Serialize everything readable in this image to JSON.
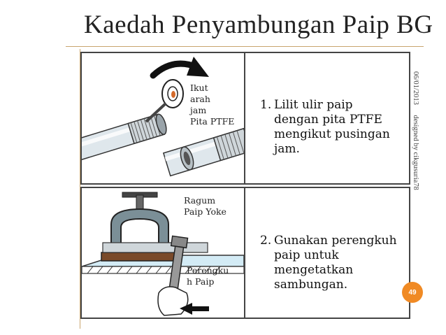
{
  "slide": {
    "title": "Kaedah Penyambungan Paip BG",
    "date": "06/01/2013",
    "credit": "designed by cikgusuria78",
    "page_number": "49",
    "accent_color": "#f08a24",
    "rule_color": "#c9a56e"
  },
  "panel1": {
    "illustration_icon": "pipe-thread-tape-icon",
    "labels": [
      "Ikut",
      "arah",
      "jam",
      "Pita PTFE"
    ],
    "step_number": "1.",
    "step_lines": [
      "Lilit ulir paip",
      "dengan pita PTFE",
      "mengikut pusingan",
      "jam."
    ]
  },
  "panel2": {
    "illustration_icon": "pipe-vise-wrench-icon",
    "label_vise": [
      "Ragum",
      "Paip Yoke"
    ],
    "label_wrench": [
      "Perengku",
      "h Paip"
    ],
    "step_number": "2.",
    "step_lines": [
      "Gunakan perengkuh",
      "paip untuk",
      "mengetatkan",
      "sambungan."
    ]
  }
}
